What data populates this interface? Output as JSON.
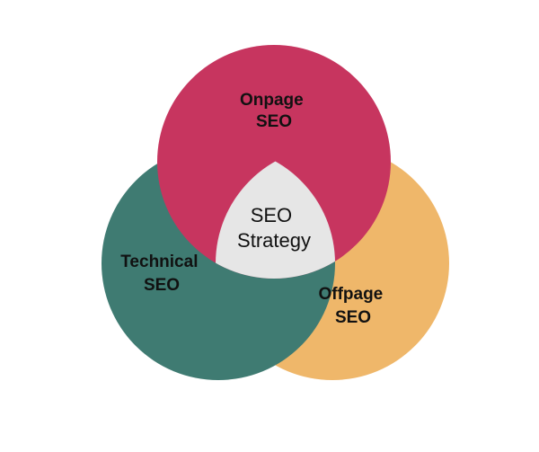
{
  "diagram": {
    "circles": [
      {
        "id": "onpage",
        "line1": "Onpage",
        "line2": "SEO",
        "color": "#c7355f"
      },
      {
        "id": "technical",
        "line1": "Technical",
        "line2": "SEO",
        "color": "#3f7b72"
      },
      {
        "id": "offpage",
        "line1": "Offpage",
        "line2": "SEO",
        "color": "#efb76a"
      }
    ],
    "center": {
      "line1": "SEO",
      "line2": "Strategy",
      "color": "#e6e6e6"
    }
  }
}
